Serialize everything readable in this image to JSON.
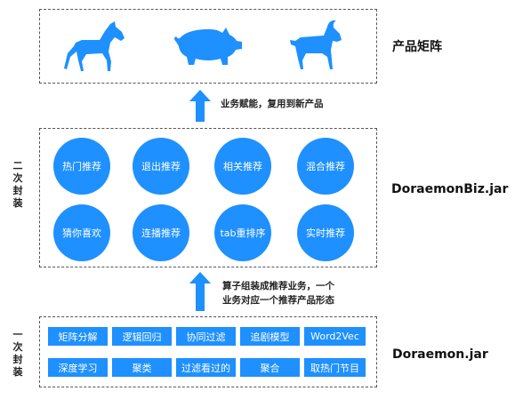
{
  "product_label": "产品矩阵",
  "arrow_top_text": "业务赋能，复用到新产品",
  "biz_label": "DoraemonBiz.jar",
  "biz_side": "二次封装",
  "circles": [
    "热门推荐",
    "退出推荐",
    "相关推荐",
    "混合推荐",
    "猜你喜欢",
    "连播推荐",
    "tab重排序",
    "实时推荐"
  ],
  "arrow_mid_line1": "算子组装成推荐业务，一个",
  "arrow_mid_line2": "业务对应一个推荐产品形态",
  "base_label": "Doraemon.jar",
  "base_side": "一次封装",
  "rects": [
    "矩阵分解",
    "逻辑回归",
    "协同过滤",
    "追剧模型",
    "Word2Vec",
    "深度学习",
    "聚类",
    "过滤看过的",
    "聚合",
    "取热门节目"
  ],
  "colors": {
    "accent": "#1e90ff"
  },
  "icons": [
    "horse-icon",
    "pig-icon",
    "goat-icon"
  ]
}
